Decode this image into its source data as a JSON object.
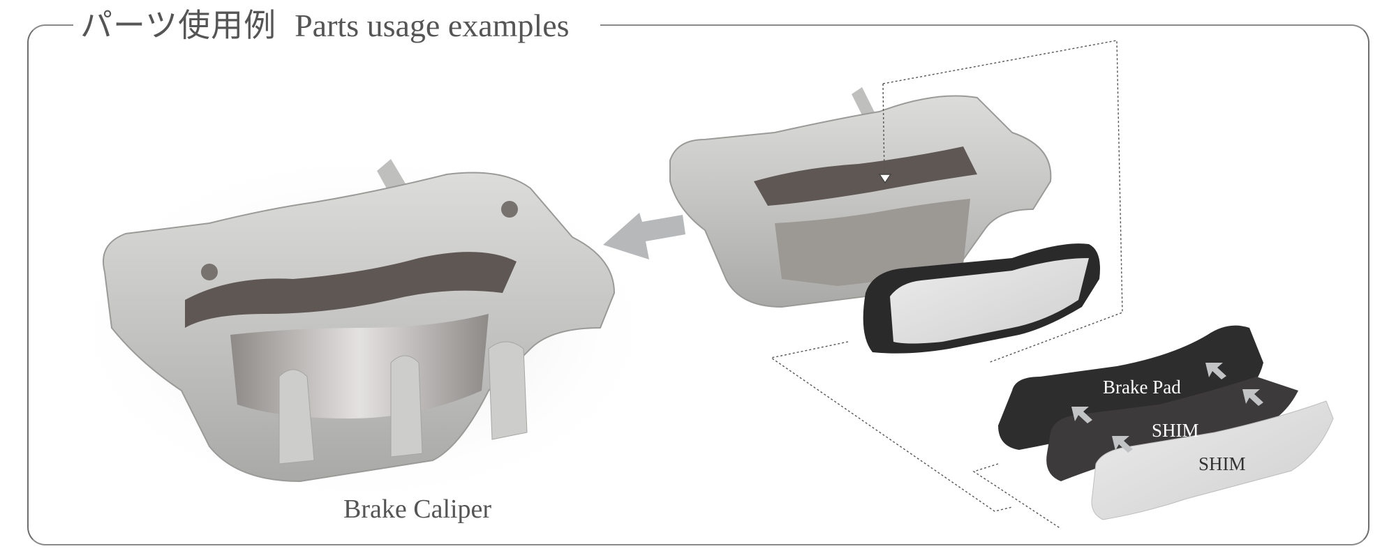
{
  "header": {
    "title_jp": "パーツ使用例",
    "title_en": "Parts usage examples"
  },
  "labels": {
    "caliper": "Brake Caliper",
    "brake_pad": "Brake Pad",
    "shim_inner": "SHIM",
    "shim_outer": "SHIM"
  },
  "colors": {
    "frame": "#6e6e6e",
    "title_text": "#555555",
    "arrow": "#b6b8ba",
    "metal": "#c9c9c7",
    "pad_dark": "#2b2a2a",
    "shim_light": "#dcdcdc"
  },
  "icons": {
    "main_arrow": "arrow-left-icon",
    "assembly_arrows": "arrow-up-left-icon"
  }
}
